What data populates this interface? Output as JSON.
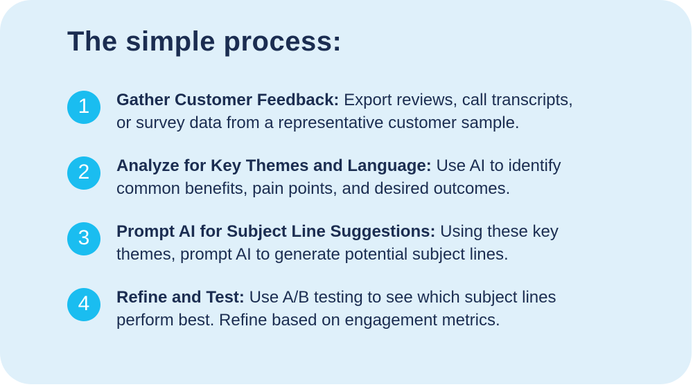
{
  "page": {
    "title": "The simple process:"
  },
  "colors": {
    "page_background": "#ffffff",
    "card_background": "#dff0fa",
    "accent_cyan": "#1abdf0",
    "text_navy": "#1b2d51",
    "badge_number": "#ffffff"
  },
  "steps": [
    {
      "number": "1",
      "label": "Gather Customer Feedback:",
      "description": " Export reviews, call transcripts,\nor survey data from a representative customer sample."
    },
    {
      "number": "2",
      "label": "Analyze for Key Themes and Language:",
      "description": " Use AI to identify\ncommon benefits, pain points, and desired outcomes."
    },
    {
      "number": "3",
      "label": "Prompt AI for Subject Line Suggestions:",
      "description": " Using these key\nthemes, prompt AI to generate potential subject lines."
    },
    {
      "number": "4",
      "label": "Refine and Test:",
      "description": " Use A/B testing to see which subject lines\nperform best. Refine based on engagement metrics."
    }
  ]
}
